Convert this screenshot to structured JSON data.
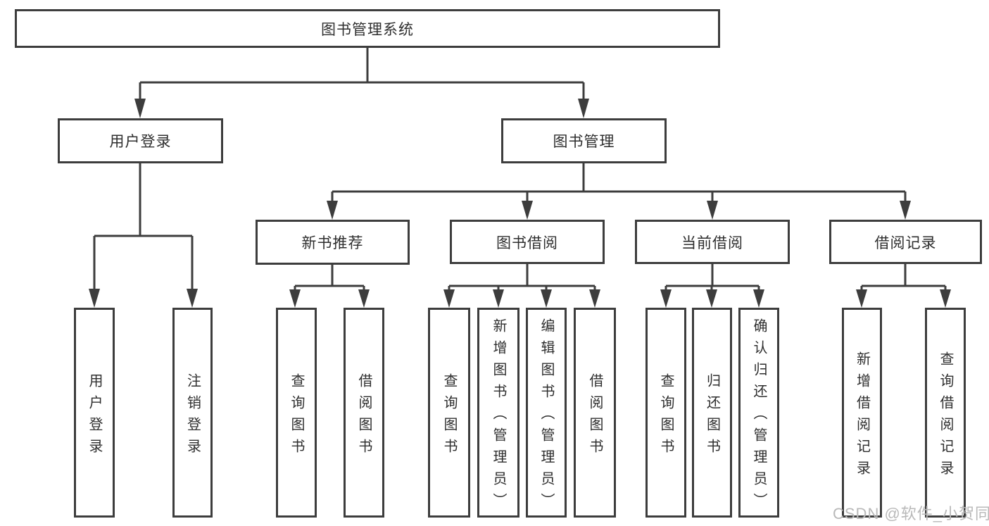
{
  "diagram": {
    "root": {
      "label": "图书管理系统"
    },
    "level2": [
      {
        "label": "用户登录"
      },
      {
        "label": "图书管理"
      }
    ],
    "level3": [
      {
        "label": "新书推荐",
        "parent": "图书管理"
      },
      {
        "label": "图书借阅",
        "parent": "图书管理"
      },
      {
        "label": "当前借阅",
        "parent": "图书管理"
      },
      {
        "label": "借阅记录",
        "parent": "图书管理"
      }
    ],
    "leaves": [
      {
        "label": "用户登录",
        "parent": "用户登录"
      },
      {
        "label": "注销登录",
        "parent": "用户登录"
      },
      {
        "label": "查询图书",
        "parent": "新书推荐"
      },
      {
        "label": "借阅图书",
        "parent": "新书推荐"
      },
      {
        "label": "查询图书",
        "parent": "图书借阅"
      },
      {
        "label": "新增图书（管理员）",
        "parent": "图书借阅"
      },
      {
        "label": "编辑图书（管理员）",
        "parent": "图书借阅"
      },
      {
        "label": "借阅图书",
        "parent": "图书借阅"
      },
      {
        "label": "查询图书",
        "parent": "当前借阅"
      },
      {
        "label": "归还图书",
        "parent": "当前借阅"
      },
      {
        "label": "确认归还（管理员）",
        "parent": "当前借阅"
      },
      {
        "label": "新增借阅记录",
        "parent": "借阅记录"
      },
      {
        "label": "查询借阅记录",
        "parent": "借阅记录"
      }
    ]
  },
  "watermark": {
    "text": "CSDN @软件_小贺同学"
  },
  "colors": {
    "line": "#3d3d3d",
    "text": "#2e2e2e",
    "watermark": "#b9b9b9",
    "bg": "#ffffff"
  }
}
